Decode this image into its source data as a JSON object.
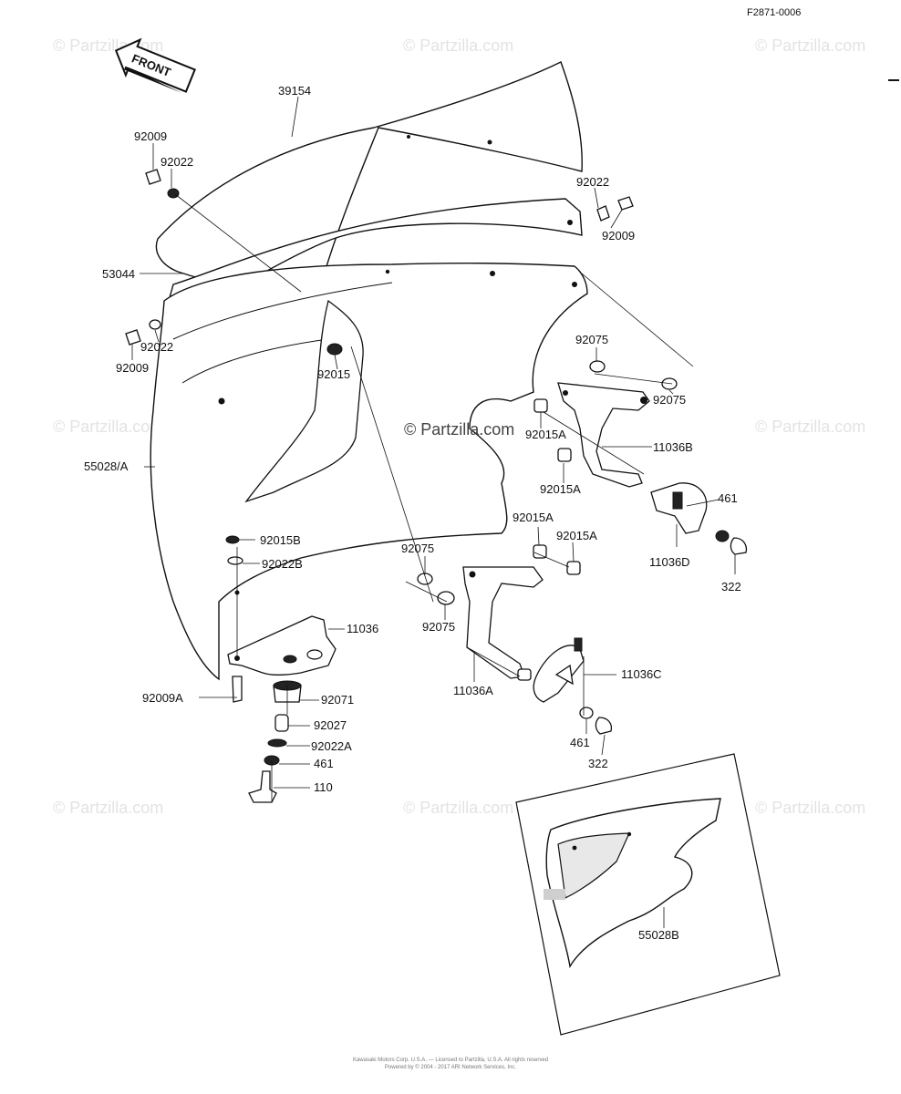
{
  "figure_code": "F2871-0006",
  "arrow_label": "FRONT",
  "watermark": "© Partzilla.com",
  "center_watermark": "© Partzilla.com",
  "footer_line1": "Kawasaki Motors Corp. U.S.A. — Licensed to Partzilla, U.S.A. All rights reserved",
  "footer_line2": "Powered by © 2004 - 2017 ARI Network Services, Inc.",
  "parts": {
    "p39154": "39154",
    "p92009_a": "92009",
    "p92022_a": "92022",
    "p92022_b": "92022",
    "p92009_b": "92009",
    "p53044": "53044",
    "p92009_c": "92009",
    "p92022_c": "92022",
    "p92015": "92015",
    "p92075_a": "92075",
    "p92075_b": "92075",
    "p92015A_a": "92015A",
    "p11036B": "11036B",
    "p92015A_b": "92015A",
    "p461_a": "461",
    "p55028A": "55028/A",
    "p92015A_c": "92015A",
    "p92015A_d": "92015A",
    "p11036D": "11036D",
    "p92015B": "92015B",
    "p92022B": "92022B",
    "p92075_c": "92075",
    "p322_a": "322",
    "p11036": "11036",
    "p92075_d": "92075",
    "p11036C": "11036C",
    "p92009A": "92009A",
    "p92071": "92071",
    "p11036A": "11036A",
    "p92027": "92027",
    "p92022A": "92022A",
    "p461_b": "461",
    "p322_b": "322",
    "p461_c": "461",
    "p110": "110",
    "p55028B": "55028B"
  }
}
